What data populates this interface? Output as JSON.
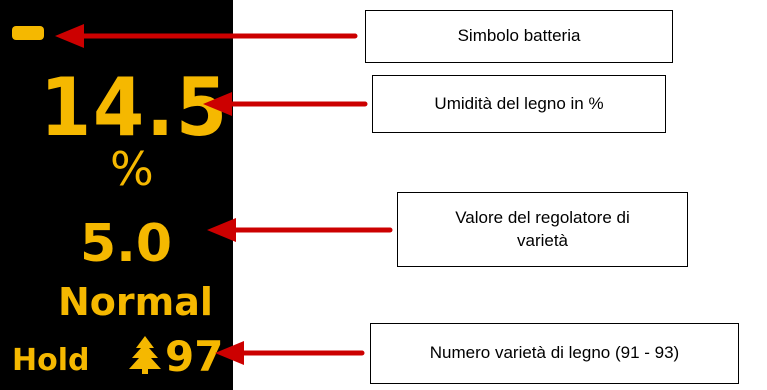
{
  "display": {
    "battery_icon": "battery-icon",
    "moisture_value": "14.5",
    "moisture_unit": "%",
    "regulator_value": "5.0",
    "mode": "Normal",
    "hold": "Hold",
    "tree_icon": "tree-icon",
    "species_number": "97"
  },
  "callouts": {
    "battery": "Simbolo batteria",
    "moisture": "Umidità del legno in %",
    "regulator": "Valore del regolatore di varietà",
    "species": "Numero varietà di legno (91 - 93)"
  },
  "colors": {
    "display_text": "#f5b800",
    "display_bg": "#000000",
    "arrow": "#cc0000"
  }
}
